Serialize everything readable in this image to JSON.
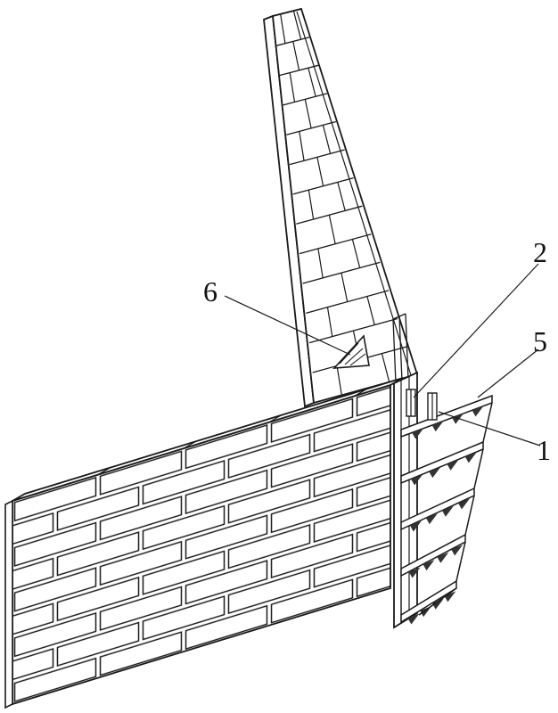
{
  "figure": {
    "kind": "patent-style technical line drawing",
    "background_color": "#ffffff",
    "line_color": "#1a1a1a",
    "tooth_fill_color": "#333333"
  },
  "annotations": {
    "label_1": {
      "text": "1"
    },
    "label_2": {
      "text": "2"
    },
    "label_5": {
      "text": "5"
    },
    "label_6": {
      "text": "6"
    }
  }
}
